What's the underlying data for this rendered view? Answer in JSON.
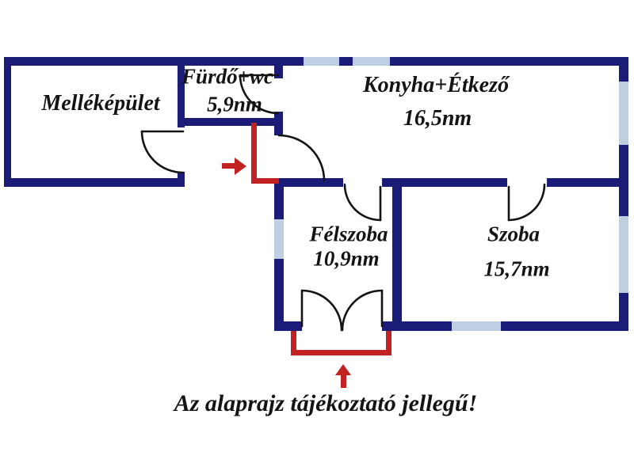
{
  "floorplan": {
    "disclaimer": "Az alaprajz tájékoztató jellegű!",
    "rooms": {
      "mellekepulet": {
        "name": "Melléképület"
      },
      "furdo": {
        "name": "Fürdő+wc",
        "area": "5,9nm"
      },
      "konyha": {
        "name": "Konyha+Étkező",
        "area": "16,5nm"
      },
      "felszoba": {
        "name": "Félszoba",
        "area": "10,9nm"
      },
      "szoba": {
        "name": "Szoba",
        "area": "15,7nm"
      }
    },
    "colors": {
      "wall": "#1b1b78",
      "window": "#bfcfe3",
      "entrance": "#c32222",
      "door": "#141414",
      "text": "#141414"
    }
  }
}
